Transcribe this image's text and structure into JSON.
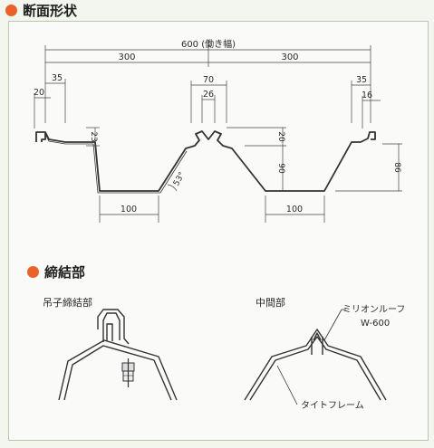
{
  "sections": {
    "profile_title": "断面形状",
    "joint_title": "締結部"
  },
  "colors": {
    "accent_dot": "#e8622a",
    "line": "#3a3a3a",
    "dim": "#555555"
  },
  "dimensions": {
    "total_width": "600 (働き幅)",
    "half_left": "300",
    "half_right": "300",
    "left_edge_35": "35",
    "left_edge_20": "20",
    "center_70": "70",
    "center_26": "26",
    "right_edge_35": "35",
    "right_edge_16": "16",
    "left_rib_23": "23",
    "center_rib_20": "20",
    "depth_90": "90",
    "right_depth_86": "86",
    "angle": "53°",
    "bottom_left_100": "100",
    "bottom_right_100": "100"
  },
  "joint": {
    "hanger_label": "吊子締結部",
    "middle_label": "中間部",
    "product_line1": "ミリオンルーフ",
    "product_line2": "W-600",
    "frame_label": "タイトフレーム"
  }
}
